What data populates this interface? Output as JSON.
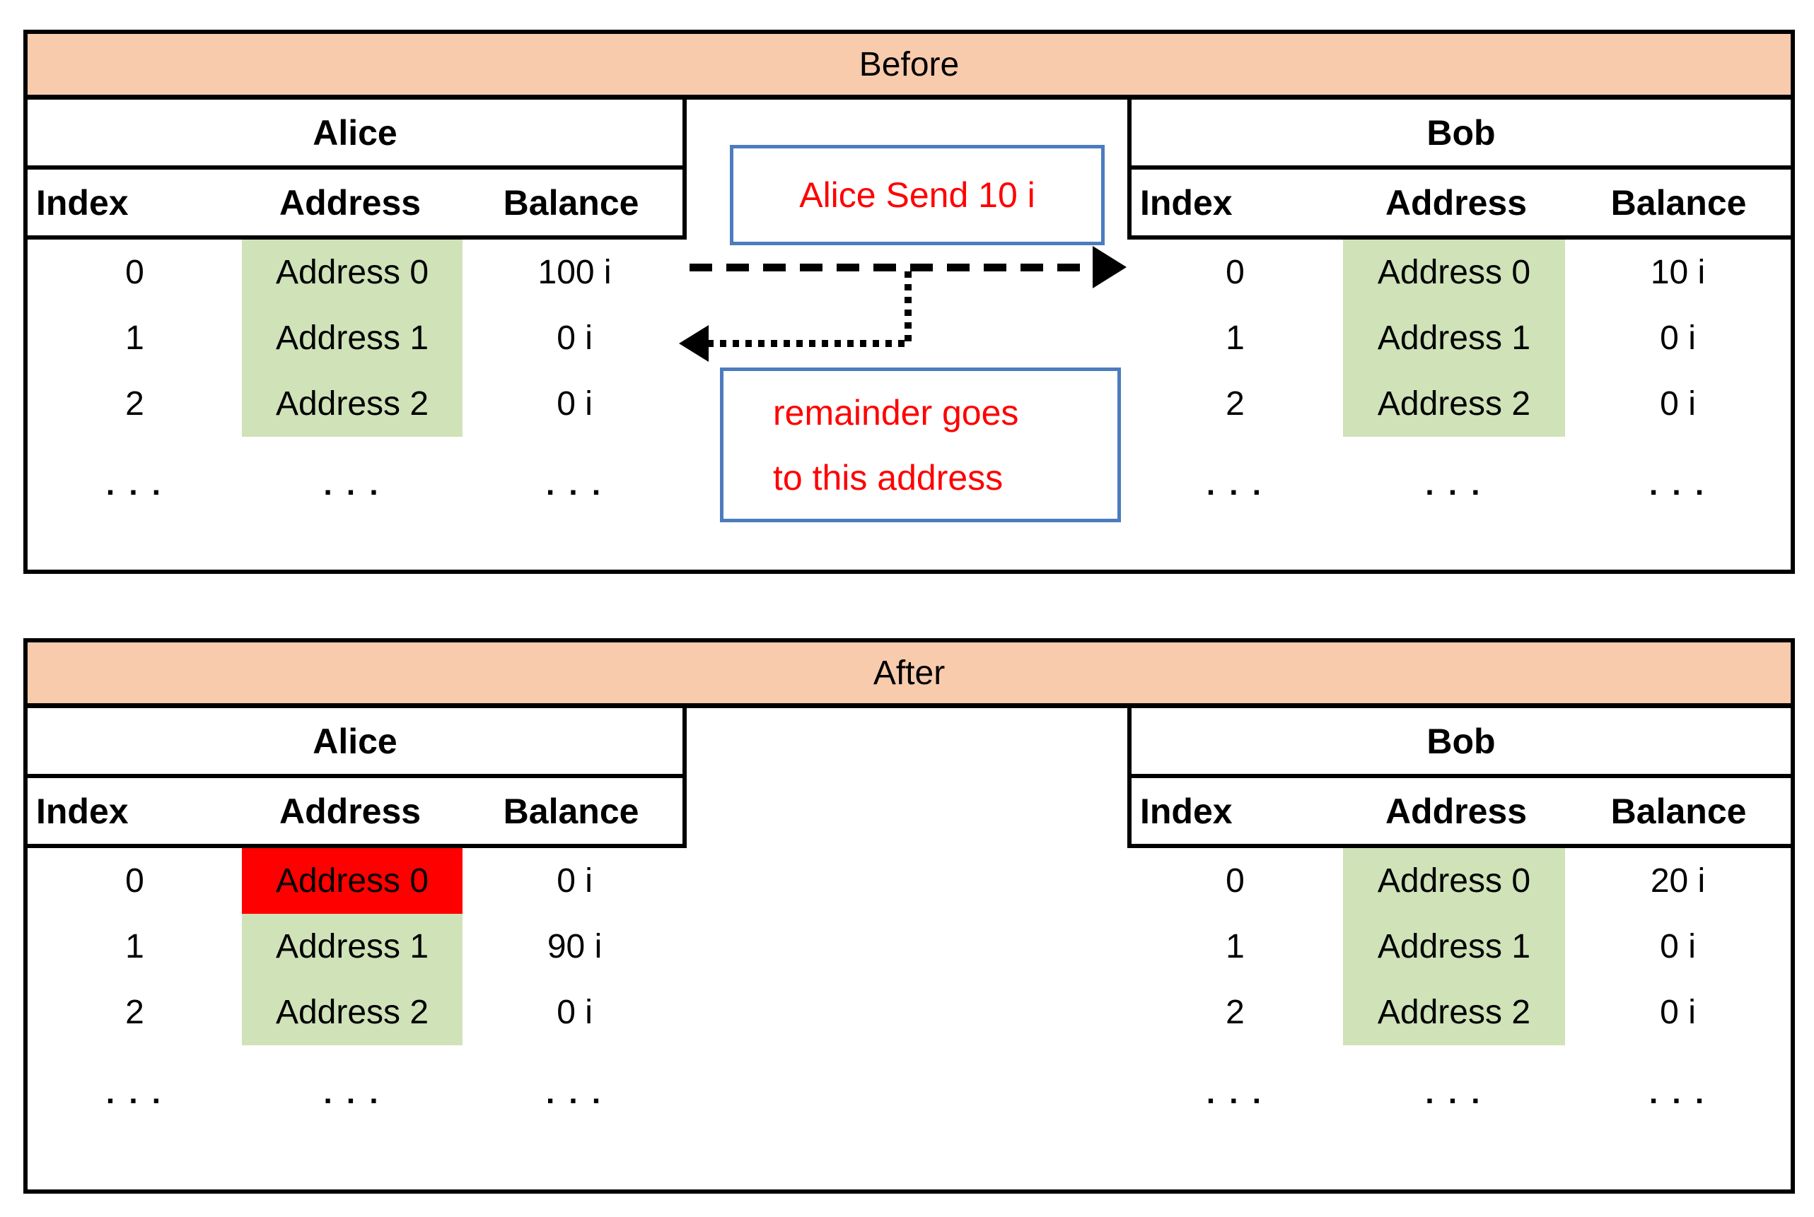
{
  "colors": {
    "panel_header_bg": "#F8CBAD",
    "green_highlight": "#CFE2B8",
    "red_highlight": "#FF0000",
    "note_border": "#4C7CBE",
    "note_text": "#FF0000",
    "line_black": "#000000"
  },
  "columns": {
    "index": "Index",
    "address": "Address",
    "balance": "Balance"
  },
  "ellipsis": ". . .",
  "before": {
    "title": "Before",
    "alice": {
      "owner": "Alice",
      "rows": [
        {
          "index": "0",
          "address": "Address 0",
          "balance": "100 i",
          "address_highlight": "green"
        },
        {
          "index": "1",
          "address": "Address 1",
          "balance": "0 i",
          "address_highlight": "green"
        },
        {
          "index": "2",
          "address": "Address 2",
          "balance": "0 i",
          "address_highlight": "green"
        }
      ]
    },
    "bob": {
      "owner": "Bob",
      "rows": [
        {
          "index": "0",
          "address": "Address 0",
          "balance": "10 i",
          "address_highlight": "green"
        },
        {
          "index": "1",
          "address": "Address 1",
          "balance": "0 i",
          "address_highlight": "green"
        },
        {
          "index": "2",
          "address": "Address 2",
          "balance": "0 i",
          "address_highlight": "green"
        }
      ]
    },
    "annotations": {
      "send_note": "Alice Send 10 i",
      "remainder_note_line1": "remainder goes",
      "remainder_note_line2": "to this address"
    }
  },
  "after": {
    "title": "After",
    "alice": {
      "owner": "Alice",
      "rows": [
        {
          "index": "0",
          "address": "Address 0",
          "balance": "0 i",
          "address_highlight": "red"
        },
        {
          "index": "1",
          "address": "Address 1",
          "balance": "90 i",
          "address_highlight": "green"
        },
        {
          "index": "2",
          "address": "Address 2",
          "balance": "0 i",
          "address_highlight": "green"
        }
      ]
    },
    "bob": {
      "owner": "Bob",
      "rows": [
        {
          "index": "0",
          "address": "Address 0",
          "balance": "20 i",
          "address_highlight": "green"
        },
        {
          "index": "1",
          "address": "Address 1",
          "balance": "0 i",
          "address_highlight": "green"
        },
        {
          "index": "2",
          "address": "Address 2",
          "balance": "0 i",
          "address_highlight": "green"
        }
      ]
    }
  }
}
